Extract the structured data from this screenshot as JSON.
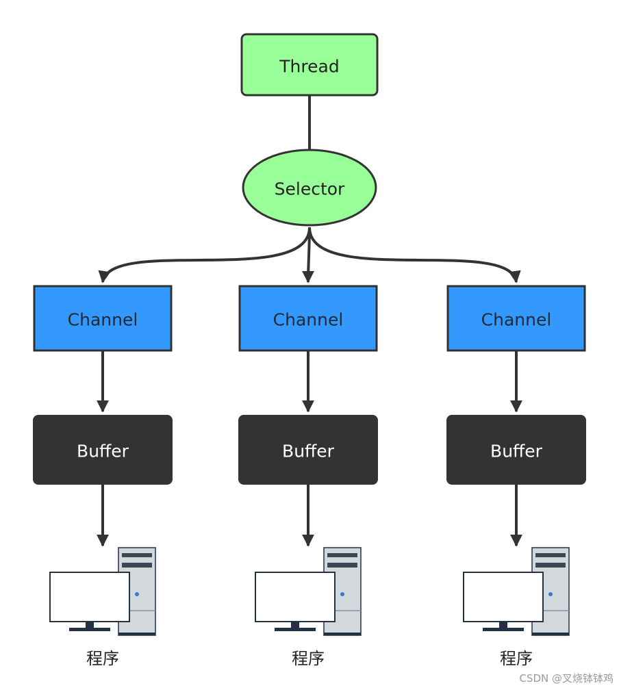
{
  "thread": {
    "label": "Thread",
    "fill": "#99ff99"
  },
  "selector": {
    "label": "Selector",
    "fill": "#99ff99"
  },
  "channels": [
    {
      "label": "Channel",
      "fill": "#3399ff"
    },
    {
      "label": "Channel",
      "fill": "#3399ff"
    },
    {
      "label": "Channel",
      "fill": "#3399ff"
    }
  ],
  "buffers": [
    {
      "label": "Buffer",
      "fill": "#333333"
    },
    {
      "label": "Buffer",
      "fill": "#333333"
    },
    {
      "label": "Buffer",
      "fill": "#333333"
    }
  ],
  "programs": [
    {
      "label": "程序",
      "icon": "computer-icon"
    },
    {
      "label": "程序",
      "icon": "computer-icon"
    },
    {
      "label": "程序",
      "icon": "computer-icon"
    }
  ],
  "watermark": "CSDN @叉烧钵钵鸡"
}
